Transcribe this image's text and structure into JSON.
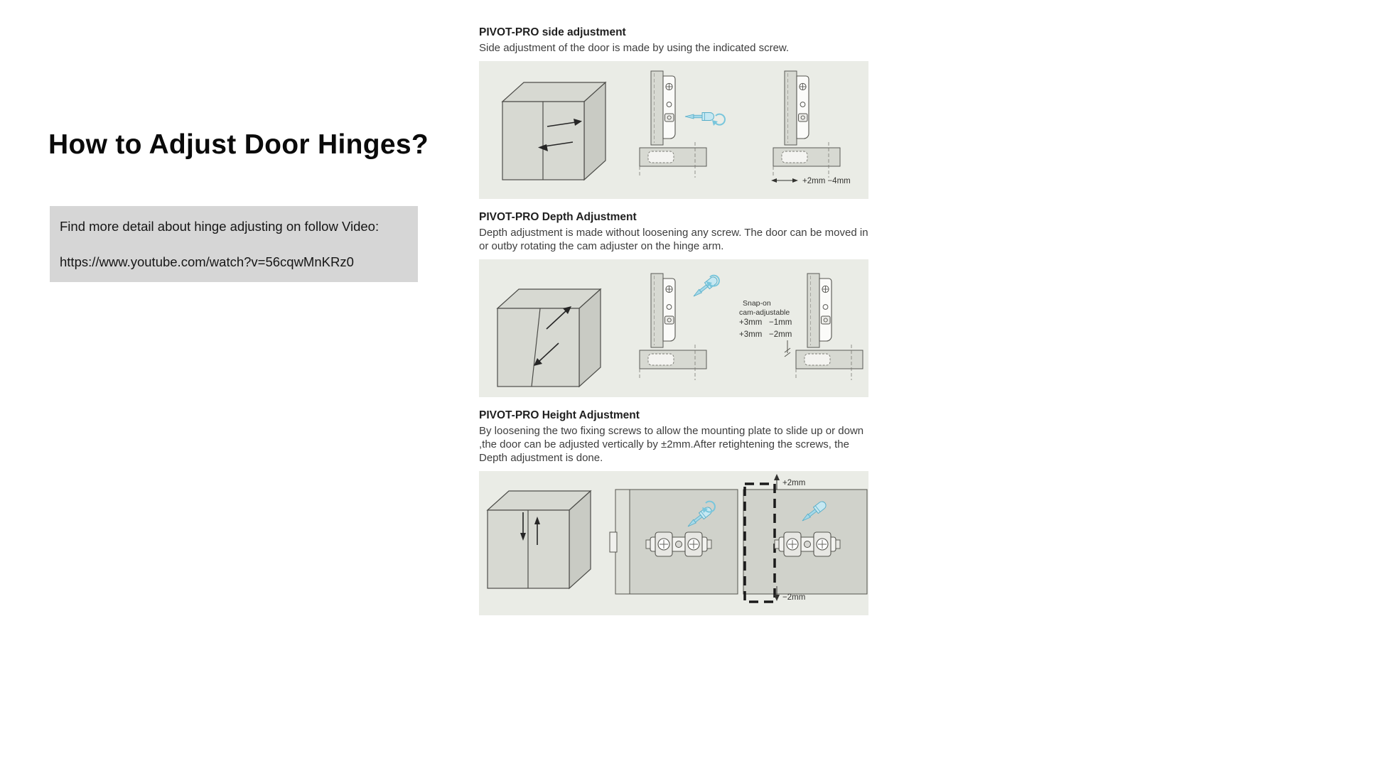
{
  "page": {
    "title": "How to Adjust Door Hinges?",
    "video_note": "Find more detail about hinge adjusting on follow Video:",
    "video_url": "https://www.youtube.com/watch?v=56cqwMnKRz0"
  },
  "sections": [
    {
      "heading": "PIVOT-PRO side adjustment",
      "body": "Side adjustment of the door is made by using the indicated screw.",
      "diagram": {
        "range_label": "+2mm −4mm"
      }
    },
    {
      "heading": "PIVOT-PRO Depth Adjustment",
      "body": "Depth adjustment is made without loosening any screw. The door can be moved in or outby rotating the cam adjuster on the hinge arm.",
      "diagram": {
        "snap_line1": "Snap-on",
        "snap_line2": "cam-adjustable",
        "plus1": "+3mm",
        "minus1": "−1mm",
        "plus2": "+3mm",
        "minus2": "−2mm"
      }
    },
    {
      "heading": "PIVOT-PRO Height Adjustment",
      "body": "By loosening the two fixing screws to allow the mounting plate to slide up or down ,the door can be adjusted vertically by ±2mm.After retightening the screws, the Depth adjustment is done.",
      "diagram": {
        "up_label": "+2mm",
        "down_label": "−2mm"
      }
    }
  ]
}
